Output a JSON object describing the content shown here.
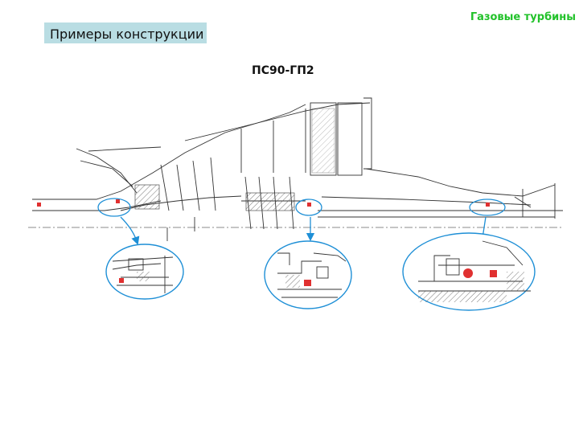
{
  "header": {
    "category": "Газовые турбины"
  },
  "section": {
    "label": "Примеры конструкции"
  },
  "diagram": {
    "title": "ПС90-ГП2"
  },
  "colors": {
    "accent_green": "#22c22a",
    "label_background": "#b9dde3",
    "callout_blue": "#1e8fd6",
    "seal_red": "#e03030",
    "line_dark": "#333333"
  }
}
